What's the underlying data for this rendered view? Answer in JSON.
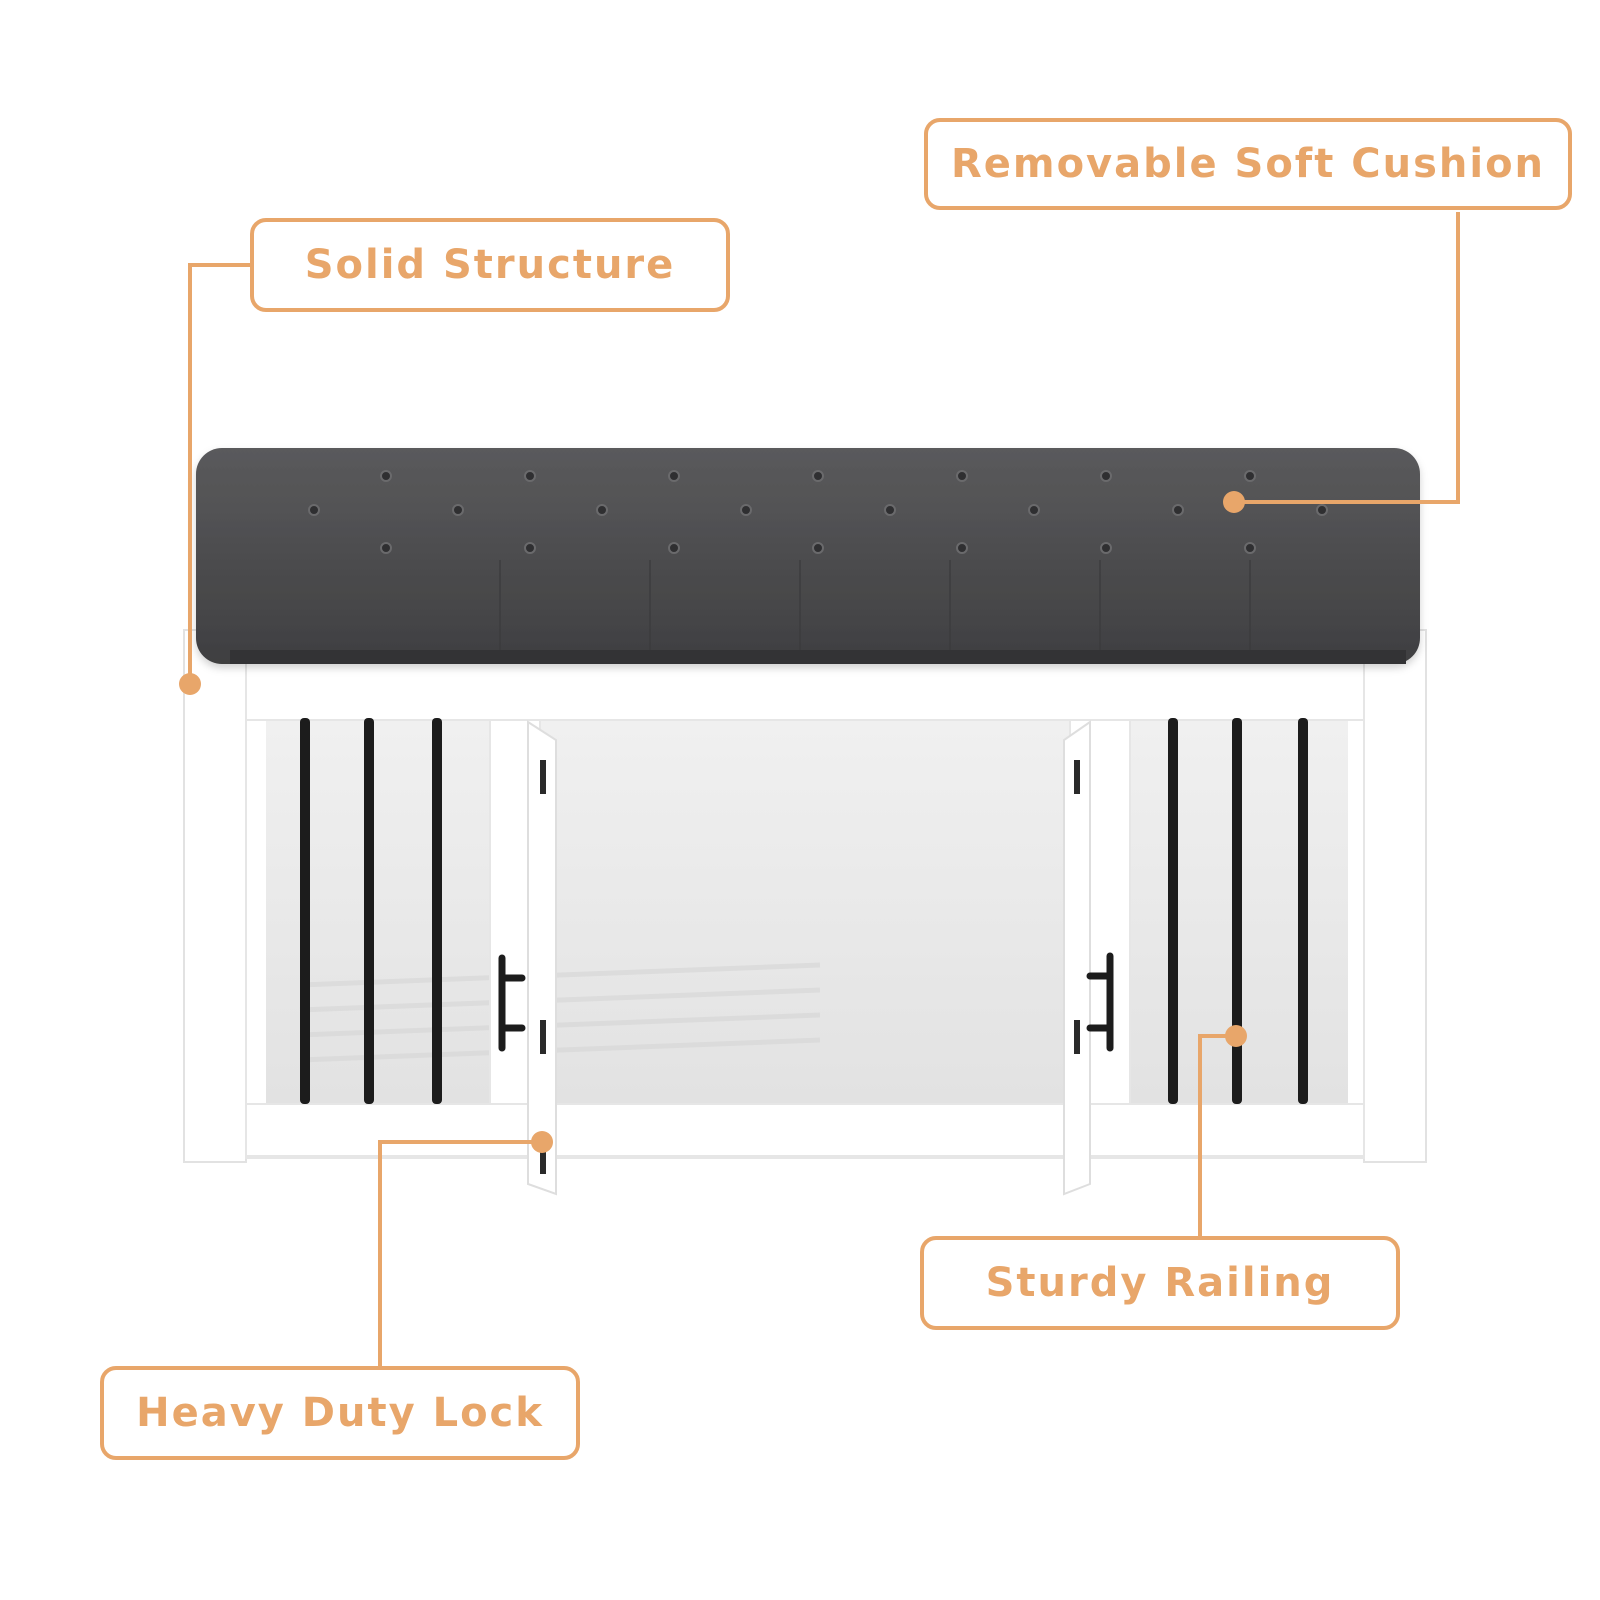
{
  "callouts": {
    "cushion": "Removable Soft Cushion",
    "structure": "Solid Structure",
    "railing": "Sturdy Railing",
    "lock": "Heavy Duty Lock"
  },
  "colors": {
    "accent": "#e8a66a",
    "cushion": "#4a4a4c",
    "frame": "#ffffff",
    "bars": "#1c1c1c"
  }
}
